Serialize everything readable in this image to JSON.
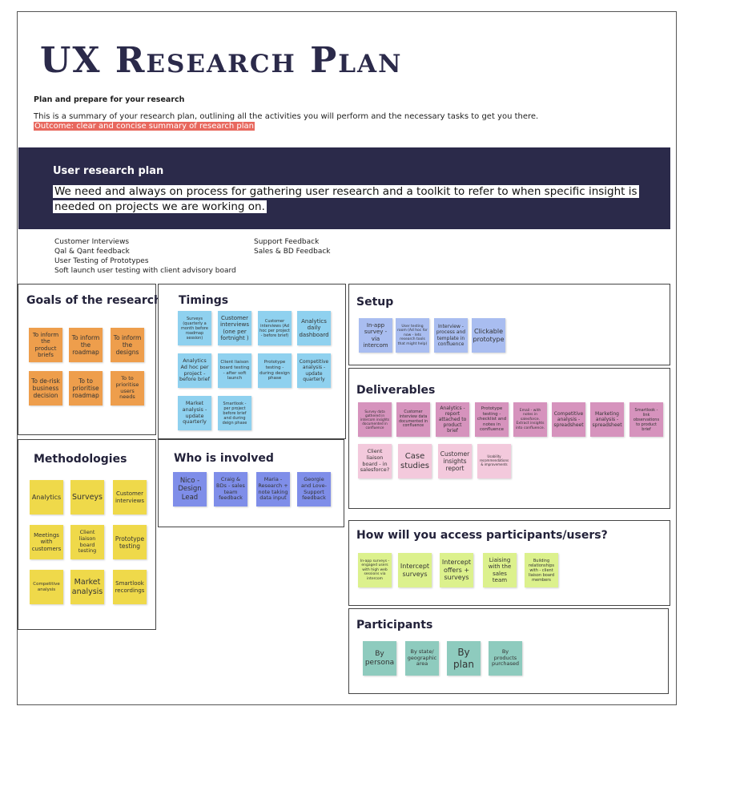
{
  "header": {
    "title": "UX Research Plan",
    "subheading": "Plan and prepare for your research",
    "description": "This is a summary of your research plan, outlining all the activities you will perform and the necessary tasks to get you there.",
    "outcome": "Outcome: clear and concise summary of research plan"
  },
  "banner": {
    "title": "User research plan",
    "text": "We need and always on process for gathering user research and a toolkit to refer to when specific insight is needed on projects we are working on."
  },
  "activities": {
    "left": [
      "Customer Interviews",
      "Qal & Qant feedback",
      "User Testing of Prototypes",
      "Soft launch user testing with client advisory board"
    ],
    "right": [
      "Support Feedback",
      "Sales & BD Feedback"
    ]
  },
  "goals": {
    "title": "Goals of the research",
    "notes": [
      "To inform the product briefs",
      "To inform the roadmap",
      "To inform the designs",
      "To de-risk business decision",
      "To to prioritise roadmap",
      "To to prioritise users needs"
    ]
  },
  "timings": {
    "title": "Timings",
    "notes": [
      "Surveys (quarterly a month before roadmap session)",
      "Customer interviews (one per fortnight )",
      "Customer interviews (Ad hoc per project - before brief)",
      "Analytics daily dashboard",
      "Analytics Ad hoc per project - before brief",
      "Client liaison board testing - after soft launch",
      "Prototype testing - during design phase",
      "Competitive analysis - update quarterly",
      "Market analysis - update quarterly",
      "Smartlook - per project before brief and during deign phase"
    ]
  },
  "setup": {
    "title": "Setup",
    "notes": [
      "In-app survey - via intercom",
      "User testing room (Ad hoc for now - lets research tools that might help)",
      "Interview - process and template in confluence",
      "Clickable prototype"
    ]
  },
  "deliverables": {
    "title": "Deliverables",
    "notes": [
      "Survey data gathered in intercom insights documented in confluence",
      "Customer interview data documented in confluence",
      "Analytics - report attached to product brief",
      "Prototype testing - checklist and notes in confluence",
      "Email - with notes in salesforce. Extract insights into confluence.",
      "Competitive analysis - spreadsheet",
      "Marketing analysis - spreadsheet",
      "Smartlook - link observations to product brief",
      "Client liaison board - in salesforce?",
      "Case studies",
      "Customer insights report",
      "Usability recommendations & improvements"
    ]
  },
  "methodologies": {
    "title": "Methodologies",
    "notes": [
      "Analytics",
      "Surveys",
      "Customer interviews",
      "Meetings with customers",
      "Client liaison board testing",
      "Prototype testing",
      "Competitive analysis",
      "Market analysis",
      "Smartlook recordings"
    ]
  },
  "who": {
    "title": "Who is involved",
    "notes": [
      "Nico - Design Lead",
      "Craig & BDs - sales team feedback",
      "Maria - Research + note taking data input",
      "Georgie and Love-Support feedback"
    ]
  },
  "access": {
    "title": "How will you access participants/users?",
    "notes": [
      "In-app surveys - engaged users with high web sessions via intercom",
      "Intercept surveys",
      "Intercept offers + surveys",
      "Liaising with the sales team",
      "Building relationships with - client liaison board members"
    ]
  },
  "participants": {
    "title": "Participants",
    "notes": [
      "By persona",
      "By state/ geographic area",
      "By plan",
      "By products purchased"
    ]
  }
}
